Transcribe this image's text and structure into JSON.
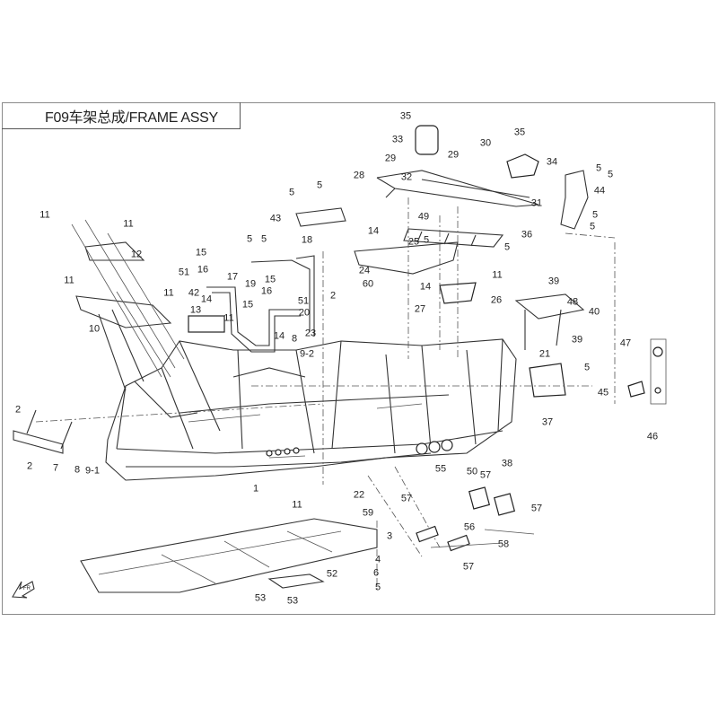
{
  "title": "F09车架总成/FRAME ASSY",
  "callouts": [
    "35",
    "33",
    "30",
    "35",
    "29",
    "29",
    "34",
    "5",
    "5",
    "28",
    "32",
    "31",
    "44",
    "5",
    "5",
    "5",
    "5",
    "43",
    "49",
    "36",
    "14",
    "25",
    "5",
    "5",
    "24",
    "60",
    "11",
    "14",
    "2",
    "26",
    "27",
    "39",
    "48",
    "40",
    "39",
    "21",
    "5",
    "47",
    "45",
    "46",
    "37",
    "38",
    "55",
    "50",
    "57",
    "57",
    "56",
    "57",
    "58",
    "57",
    "3",
    "4",
    "6",
    "5",
    "59",
    "22",
    "11",
    "1",
    "52",
    "53",
    "53",
    "11",
    "11",
    "12",
    "11",
    "11",
    "10",
    "15",
    "16",
    "51",
    "17",
    "42",
    "14",
    "13",
    "11",
    "15",
    "5",
    "5",
    "19",
    "18",
    "15",
    "16",
    "51",
    "20",
    "14",
    "8",
    "23",
    "9-2",
    "2",
    "2",
    "7",
    "8",
    "9-1"
  ],
  "front_arrow_label": "FR"
}
